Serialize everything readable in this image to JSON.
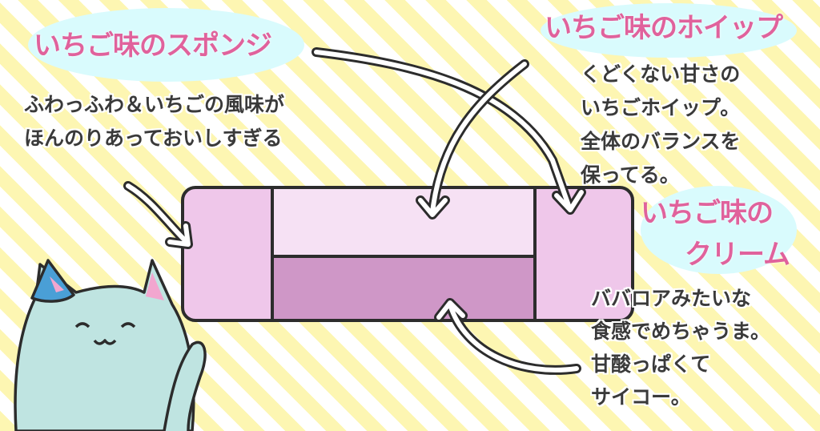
{
  "sponge": {
    "title": "いちご味のスポンジ",
    "lines": [
      "ふわっふわ＆いちごの風味が",
      "ほんのりあっておいしすぎる"
    ]
  },
  "whip": {
    "title": "いちご味のホイップ",
    "lines": [
      "くどくない甘さの",
      "いちごホイップ。",
      "全体のバランスを",
      "保ってる。"
    ]
  },
  "cream": {
    "title_lines": [
      "いちご味の",
      "クリーム"
    ],
    "lines": [
      "ババロアみたいな",
      "食感でめちゃうま。",
      "甘酸っぱくて",
      "サイコー。"
    ]
  },
  "colors": {
    "title": "#e0629c",
    "bubble": "#d9fbfd",
    "stripe": "#fdf6b2",
    "cake_end": "#efc7ea",
    "whip_layer": "#f6e1f4",
    "cream_layer": "#cf97c7",
    "cat": "#bfe4e1"
  }
}
